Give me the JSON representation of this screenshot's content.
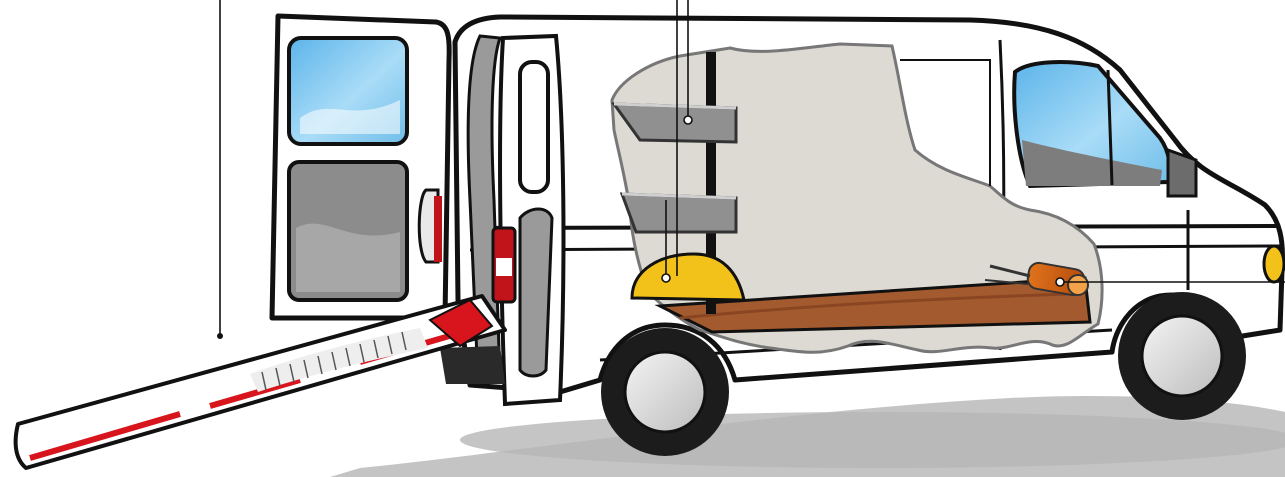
{
  "image": {
    "subject": "van-with-rear-loading-ramp",
    "callouts": [
      {
        "id": "ramp",
        "target": "loading-ramp"
      },
      {
        "id": "shelves",
        "target": "cargo-shelves"
      },
      {
        "id": "wheel-arch",
        "target": "wheel-arch-cover"
      },
      {
        "id": "fire-extinguisher",
        "target": "fire-extinguisher"
      }
    ],
    "colors": {
      "body": "#ffffff",
      "outline": "#111111",
      "cargo_wall": "#dcdad3",
      "floor": "#a35a2e",
      "arch": "#f2c21a",
      "ramp_stripe": "#d8141c",
      "glass": "#8fcaf0",
      "tyre": "#1c1c1c",
      "shadow": "#bdbdbd"
    }
  }
}
